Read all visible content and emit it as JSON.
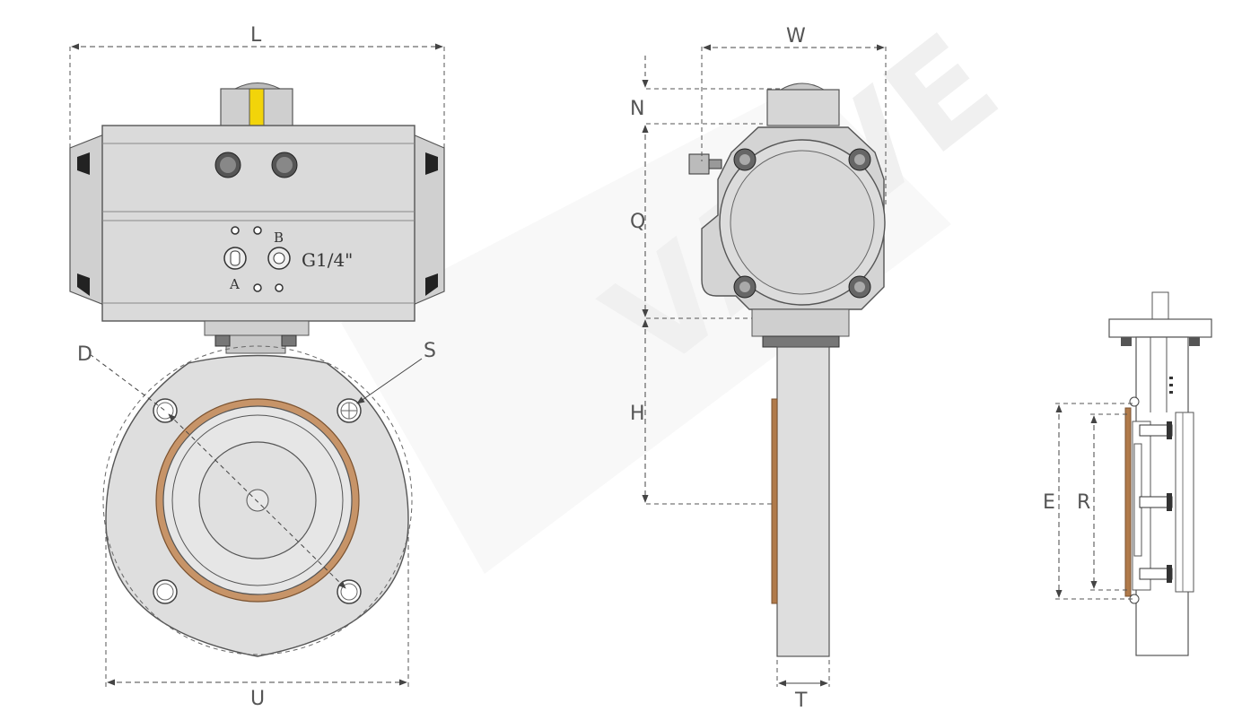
{
  "dimensions": {
    "L": "L",
    "W": "W",
    "N": "N",
    "Q": "Q",
    "H": "H",
    "D": "D",
    "S": "S",
    "U": "U",
    "T": "T",
    "E": "E",
    "R": "R"
  },
  "actuator_ports": {
    "a": "A",
    "b": "B",
    "thread": "G1/4\""
  },
  "watermark": "VAIVE",
  "colors": {
    "metal": "#dcdcdc",
    "metal_dark": "#bdbdbd",
    "outline": "#555555",
    "seal": "#b07a4a",
    "indicator": "#f2d40a",
    "dim": "#555555"
  }
}
